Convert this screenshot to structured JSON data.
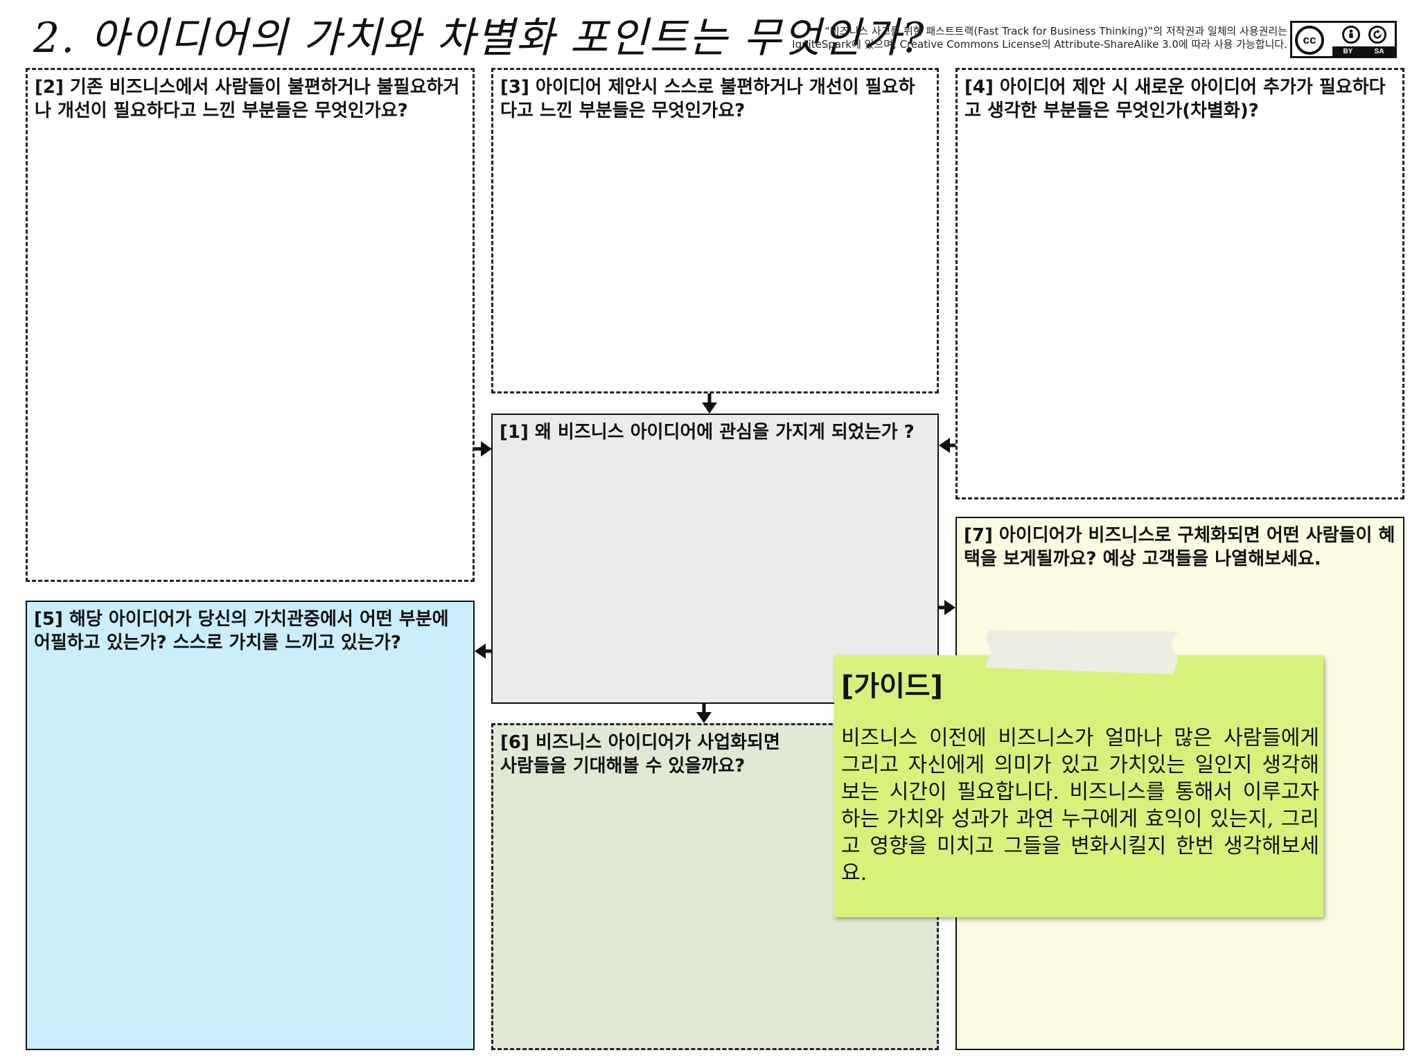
{
  "header": {
    "title": "2. 아이디어의 가치와 차별화 포인트는 무엇인가?",
    "copyright_line1": "“비즈니스 사고를 위한 패스트트랙(Fast Track for Business Thinking)”의 저작권과 일체의 사용권리는",
    "copyright_line2": "IgniteSpark에 있으며, Creative Commons License의 Attribute-ShareAlike 3.0에 따라 사용 가능합니다.",
    "license_badge": {
      "cc": "cc",
      "by": "BY",
      "sa": "SA"
    }
  },
  "boxes": {
    "q1": {
      "label": "[1] 왜 비즈니스 아이디어에 관심을 가지게 되었는가 ?",
      "color": "#ebebeb"
    },
    "q2": {
      "label": "[2] 기존 비즈니스에서 사람들이 불편하거나 불필요하거나 개선이 필요하다고 느낀 부분들은 무엇인가요?",
      "color": "#ffffff"
    },
    "q3": {
      "label": "[3] 아이디어 제안시 스스로 불편하거나 개선이 필요하다고 느낀 부분들은 무엇인가요?",
      "color": "#ffffff"
    },
    "q4": {
      "label": "[4] 아이디어 제안 시 새로운 아이디어 추가가 필요하다고 생각한 부분들은 무엇인가(차별화)?",
      "color": "#ffffff"
    },
    "q5": {
      "label": "[5] 해당 아이디어가 당신의 가치관중에서 어떤 부분에 어필하고 있는가? 스스로 가치를 느끼고 있는가?",
      "color": "#cbeefd"
    },
    "q6": {
      "label": "[6] 비즈니스 아이디어가 사업화되면 사람들을 기대해볼 수 있을까요?",
      "color": "#e1e9d5"
    },
    "q7": {
      "label": "[7] 아이디어가 비즈니스로 구체화되면 어떤 사람들이 혜택을 보게될까요? 예상 고객들을 나열해보세요.",
      "color": "#fbfbe1"
    }
  },
  "guide": {
    "title": "[가이드]",
    "body": "비즈니스 이전에 비즈니스가 얼마나 많은 사람들에게 그리고 자신에게 의미가 있고 가치있는 일인지 생각해보는 시간이 필요합니다. 비즈니스를 통해서 이루고자 하는 가치와 성과가 과연 누구에게 효익이 있는지, 그리고 영향을 미치고 그들을 변화시킬지 한번 생각해보세요.",
    "color": "#d7f27b"
  }
}
